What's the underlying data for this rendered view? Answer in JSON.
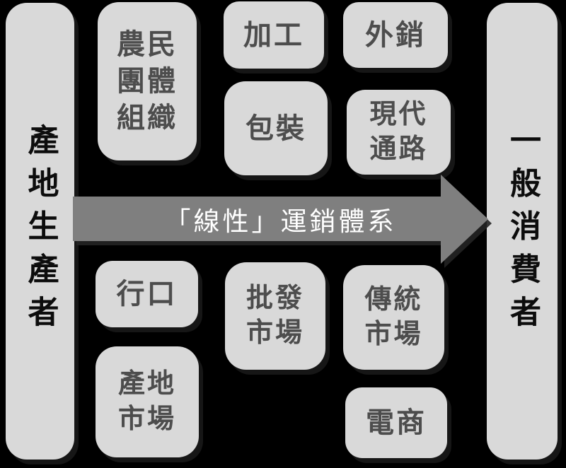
{
  "diagram": {
    "title_none": "",
    "colors": {
      "background": "#000000",
      "box_fill": "#d9d9d9",
      "box_text": "#4d4d4d",
      "endpoint_text": "#0d0d0d",
      "arrow_fill": "#7f7f7f",
      "arrow_text": "#ffffff"
    },
    "left_endpoint": {
      "label": "產地生產者"
    },
    "right_endpoint": {
      "label": "一般消費者"
    },
    "arrow": {
      "label": "「線性」運銷體系"
    },
    "nodes": {
      "farmer_group": {
        "label": "農民\n團體\n組織"
      },
      "processing": {
        "label": "加工"
      },
      "export": {
        "label": "外銷"
      },
      "packaging": {
        "label": "包裝"
      },
      "modern_channel": {
        "label": "現代\n通路"
      },
      "hangkou": {
        "label": "行口"
      },
      "wholesale_market": {
        "label": "批發\n市場"
      },
      "traditional_market": {
        "label": "傳統\n市場"
      },
      "origin_market": {
        "label": "產地\n市場"
      },
      "ecommerce": {
        "label": "電商"
      }
    }
  }
}
